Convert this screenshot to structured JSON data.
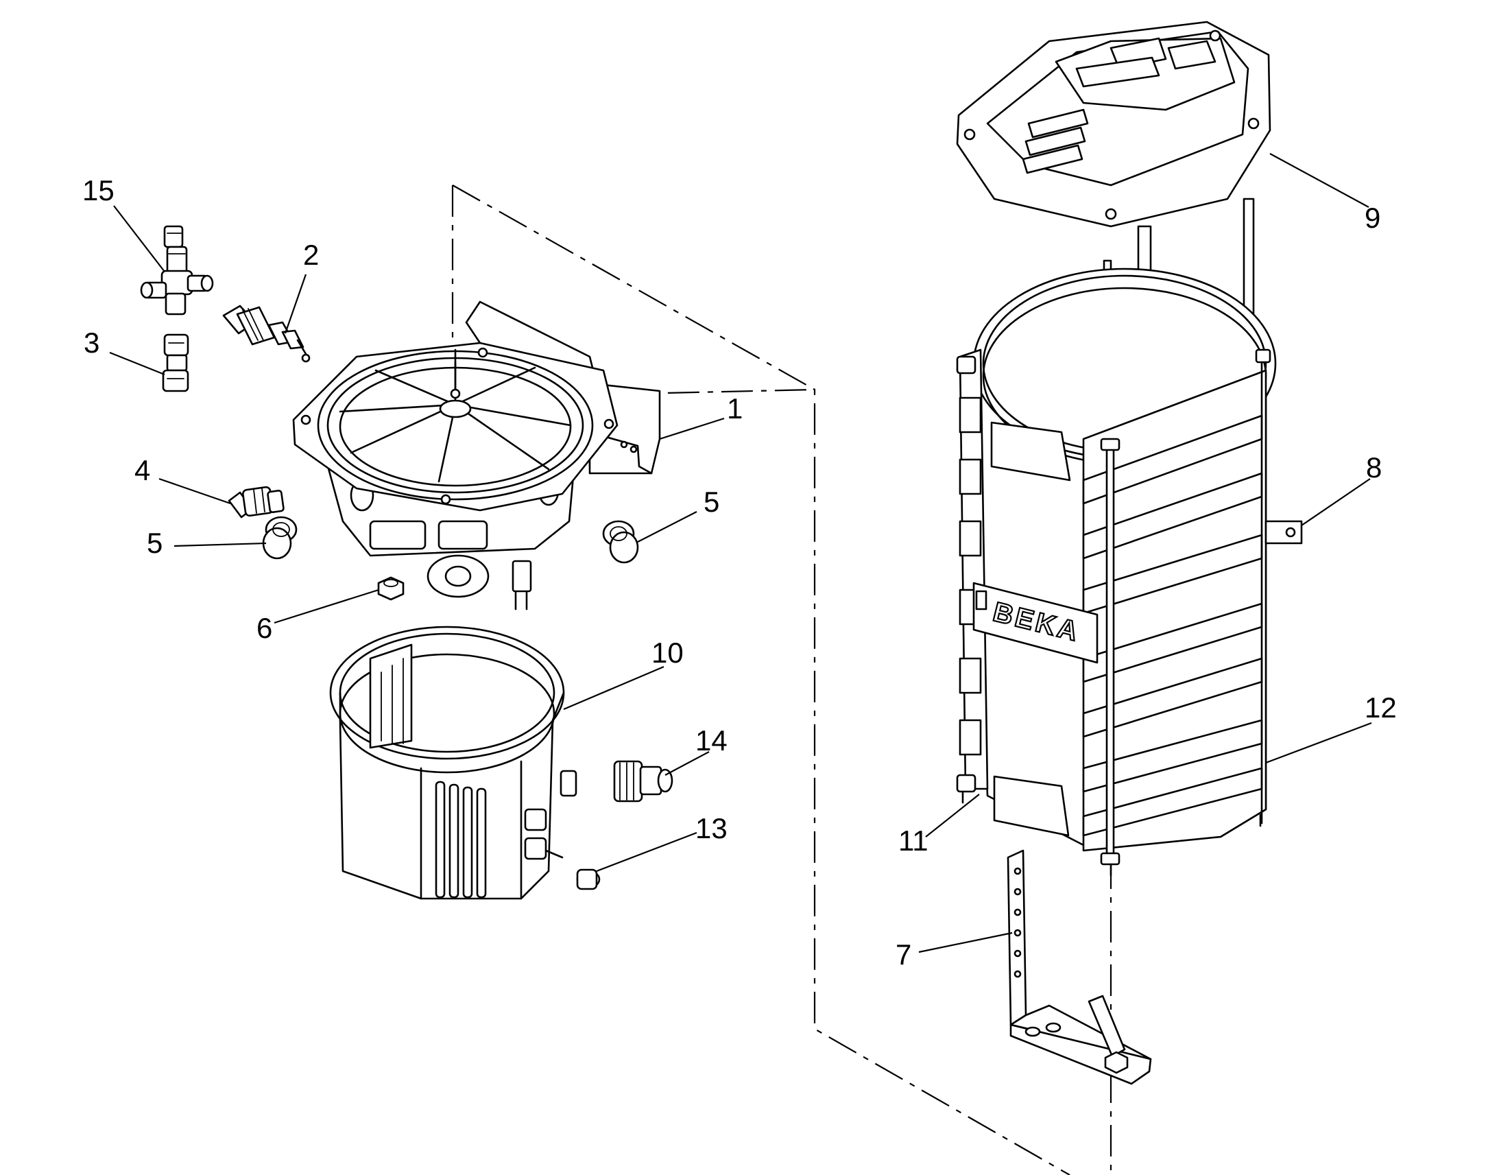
{
  "brand_label": "BEKA",
  "callouts": [
    {
      "id": "c15",
      "text": "15"
    },
    {
      "id": "c2",
      "text": "2"
    },
    {
      "id": "c3",
      "text": "3"
    },
    {
      "id": "c1",
      "text": "1"
    },
    {
      "id": "c4",
      "text": "4"
    },
    {
      "id": "c5a",
      "text": "5"
    },
    {
      "id": "c5b",
      "text": "5"
    },
    {
      "id": "c6",
      "text": "6"
    },
    {
      "id": "c10",
      "text": "10"
    },
    {
      "id": "c14",
      "text": "14"
    },
    {
      "id": "c13",
      "text": "13"
    },
    {
      "id": "c9",
      "text": "9"
    },
    {
      "id": "c8",
      "text": "8"
    },
    {
      "id": "c12",
      "text": "12"
    },
    {
      "id": "c11",
      "text": "11"
    },
    {
      "id": "c7",
      "text": "7"
    }
  ]
}
